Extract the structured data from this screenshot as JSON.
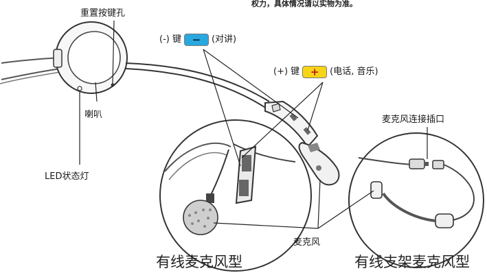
{
  "top_note": "权力，具体情况请以实物为准。",
  "labels": {
    "reset_hole": "重置按键孔",
    "speaker": "喇叭",
    "led": "LED状态灯",
    "mic_connector": "麦克风连接插口",
    "microphone": "麦克风"
  },
  "minus_key": {
    "prefix": "(-) 键",
    "symbol": "−",
    "function": "(对讲)",
    "color": "#29a8e0"
  },
  "plus_key": {
    "prefix": "(+) 键",
    "symbol": "+",
    "function": "(电话, 音乐)",
    "color": "#f7d417"
  },
  "captions": {
    "wired_mic": "有线麦克风型",
    "wired_boom_mic": "有线支架麦克风型"
  }
}
